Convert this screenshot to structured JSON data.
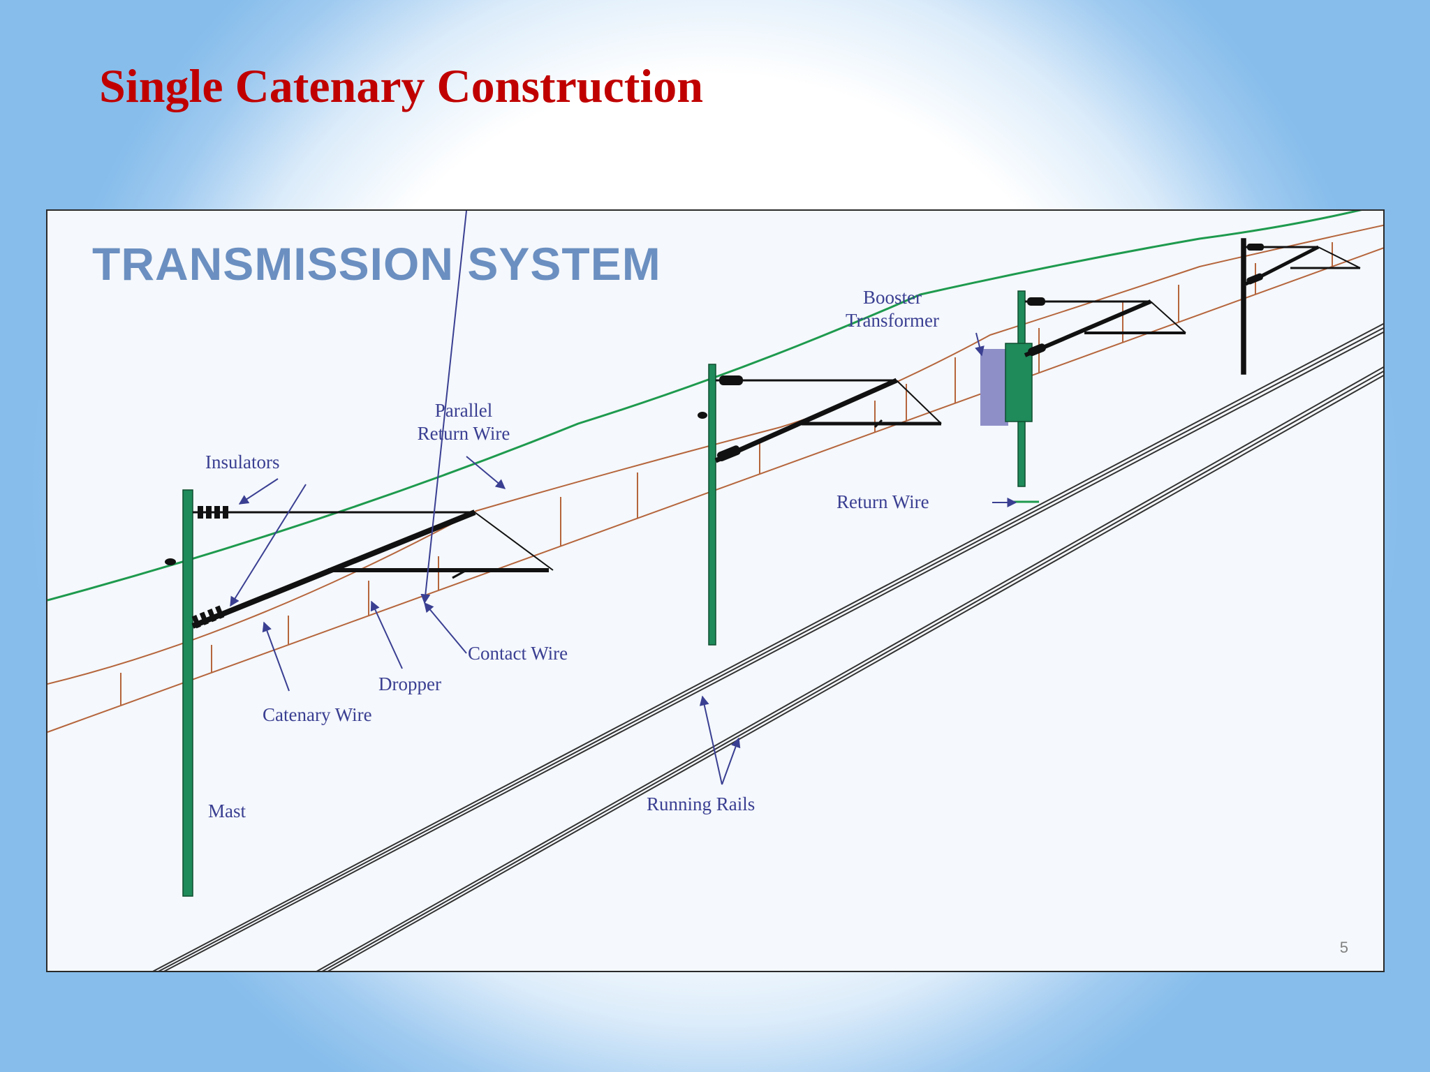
{
  "slide": {
    "title": "Single Catenary Construction",
    "title_color": "#c00000"
  },
  "diagram": {
    "title": "TRANSMISSION SYSTEM",
    "page_number": "5",
    "labels": {
      "insulators": "Insulators",
      "parallel_return_wire_1": "Parallel",
      "parallel_return_wire_2": "Return Wire",
      "booster_transformer_1": "Booster",
      "booster_transformer_2": "Transformer",
      "return_wire": "Return Wire",
      "contact_wire": "Contact Wire",
      "dropper": "Dropper",
      "catenary_wire": "Catenary Wire",
      "mast": "Mast",
      "running_rails": "Running Rails"
    },
    "colors": {
      "mast": "#1f8a5a",
      "parallel_return_wire": "#1e9a4e",
      "catenary": "#b5653c",
      "label_text": "#3a3f92",
      "title_text": "#6b8fc0"
    }
  }
}
